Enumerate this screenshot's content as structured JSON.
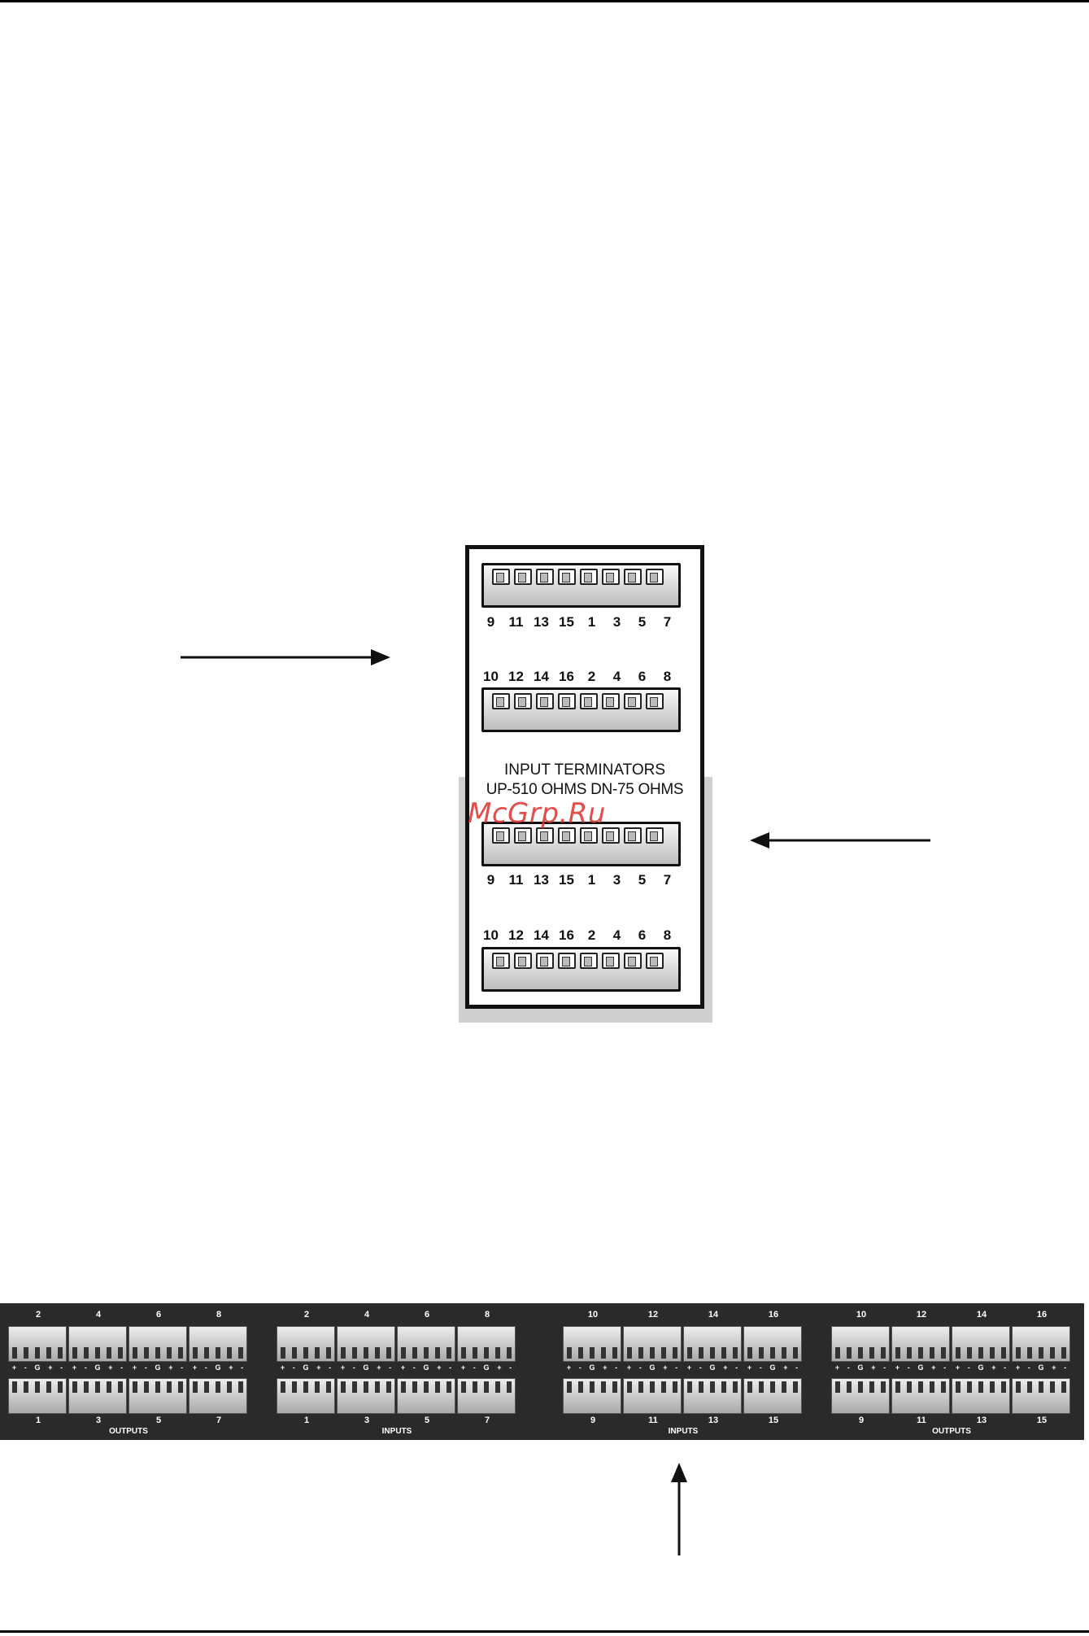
{
  "panel": {
    "odd_numbers": [
      "9",
      "11",
      "13",
      "15",
      "1",
      "3",
      "5",
      "7"
    ],
    "even_numbers": [
      "10",
      "12",
      "14",
      "16",
      "2",
      "4",
      "6",
      "8"
    ],
    "title": "INPUT TERMINATORS",
    "subtitle": "UP-510 OHMS DN-75 OHMS"
  },
  "watermark": "McGrp.Ru",
  "strip": {
    "groups": [
      {
        "label": "OUTPUTS",
        "top": [
          "2",
          "4",
          "6",
          "8"
        ],
        "bottom": [
          "1",
          "3",
          "5",
          "7"
        ]
      },
      {
        "label": "INPUTS",
        "top": [
          "2",
          "4",
          "6",
          "8"
        ],
        "bottom": [
          "1",
          "3",
          "5",
          "7"
        ]
      },
      {
        "label": "INPUTS",
        "top": [
          "10",
          "12",
          "14",
          "16"
        ],
        "bottom": [
          "9",
          "11",
          "13",
          "15"
        ]
      },
      {
        "label": "OUTPUTS",
        "top": [
          "10",
          "12",
          "14",
          "16"
        ],
        "bottom": [
          "9",
          "11",
          "13",
          "15"
        ]
      }
    ],
    "polarity": [
      "+",
      "-",
      "G",
      "+",
      "-"
    ]
  },
  "colors": {
    "strip_bg": "#2a2a2a",
    "shade": "#cfcfcf",
    "watermark": "#e0302b"
  }
}
